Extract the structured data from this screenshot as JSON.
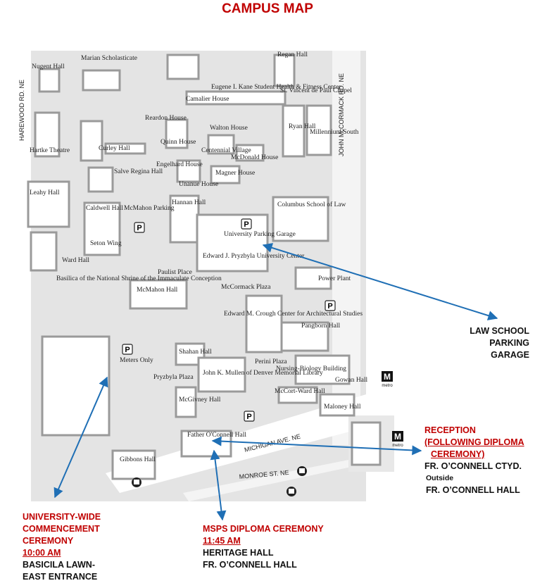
{
  "title": "CAMPUS MAP",
  "colors": {
    "title": "#c00000",
    "accent_red": "#c00000",
    "arrow_blue": "#1f6fb5",
    "map_bg": "#e4e4e4",
    "building": "#ffffff"
  },
  "map": {
    "roads": [
      "HAREWOOD RD. NE",
      "JOHN McCORMACK RD. NE",
      "MICHIGAN AVE. NE",
      "MONROE ST. NE"
    ],
    "buildings": [
      "Nugent Hall",
      "Marian Scholasticate",
      "Regan Hall",
      "Eugene I. Kane Student Health & Fitness Center",
      "Camalier House",
      "St. Vincent de Paul Chapel",
      "Reardon House",
      "Walton House",
      "Ryan Hall",
      "Millennium South",
      "Hartke Theatre",
      "Curley Hall",
      "Quinn House",
      "Centennial Village",
      "McDonald House",
      "Engelhard House",
      "Magner House",
      "Salve Regina Hall",
      "Unanue House",
      "Leahy Hall",
      "Caldwell Hall",
      "McMahon Parking",
      "Hannan Hall",
      "Columbus School of Law",
      "University Parking Garage",
      "Seton Wing",
      "Edward J. Pryzbyla University Center",
      "Ward Hall",
      "Paulist Place",
      "Power Plant",
      "McMahon Hall",
      "McCormack Plaza",
      "Basilica of the National Shrine of the Immaculate Conception",
      "Edward M. Crough Center for Architectural Studies",
      "Pangborn Hall",
      "Meters Only",
      "Shahan Hall",
      "Perini Plaza",
      "Nursing-Biology Building",
      "Gowan Hall",
      "John K. Mullen of Denver Memorial Library",
      "Pryzbyla Plaza",
      "McCort-Ward Hall",
      "McGivney Hall",
      "Maloney Hall",
      "Father O'Connell Hall",
      "Gibbons Hall"
    ],
    "parking_symbol": "P",
    "metro_symbol": "M",
    "metro_label": "metro"
  },
  "annotations": {
    "law_school": [
      "LAW SCHOOL",
      "PARKING",
      "GARAGE"
    ],
    "reception": {
      "line1": "RECEPTION",
      "line2": "(FOLLOWING DIPLOMA",
      "line3": "CEREMONY)",
      "line4": "FR. O’CONNELL CTYD.",
      "line5": "Outside",
      "line6": "FR. O’CONNELL HALL"
    },
    "university_wide": {
      "line1": "UNIVERSITY-WIDE",
      "line2": "COMMENCEMENT",
      "line3": "CEREMONY",
      "time": "10:00 AM",
      "line5": "BASICILA LAWN-",
      "line6": "EAST ENTRANCE"
    },
    "msps": {
      "line1": "MSPS DIPLOMA CEREMONY",
      "time": "11:45 AM",
      "line3": "HERITAGE HALL",
      "line4": "FR. O’CONNELL HALL"
    }
  }
}
